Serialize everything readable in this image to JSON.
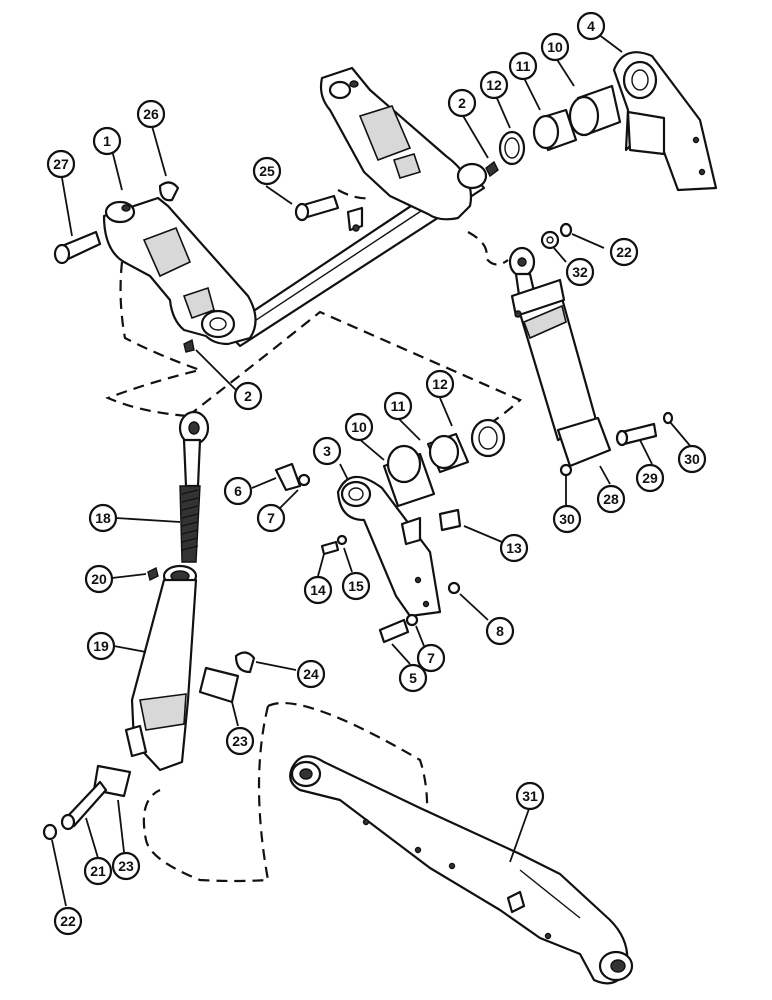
{
  "figure": {
    "callouts": [
      {
        "id": "c1",
        "label": "1"
      },
      {
        "id": "c2a",
        "label": "2"
      },
      {
        "id": "c2b",
        "label": "2"
      },
      {
        "id": "c3",
        "label": "3"
      },
      {
        "id": "c4",
        "label": "4"
      },
      {
        "id": "c5",
        "label": "5"
      },
      {
        "id": "c6",
        "label": "6"
      },
      {
        "id": "c7a",
        "label": "7"
      },
      {
        "id": "c7b",
        "label": "7"
      },
      {
        "id": "c8",
        "label": "8"
      },
      {
        "id": "c10a",
        "label": "10"
      },
      {
        "id": "c10b",
        "label": "10"
      },
      {
        "id": "c11a",
        "label": "11"
      },
      {
        "id": "c11b",
        "label": "11"
      },
      {
        "id": "c12a",
        "label": "12"
      },
      {
        "id": "c12b",
        "label": "12"
      },
      {
        "id": "c13",
        "label": "13"
      },
      {
        "id": "c14",
        "label": "14"
      },
      {
        "id": "c15",
        "label": "15"
      },
      {
        "id": "c18",
        "label": "18"
      },
      {
        "id": "c19",
        "label": "19"
      },
      {
        "id": "c20",
        "label": "20"
      },
      {
        "id": "c21",
        "label": "21"
      },
      {
        "id": "c22a",
        "label": "22"
      },
      {
        "id": "c22b",
        "label": "22"
      },
      {
        "id": "c23a",
        "label": "23"
      },
      {
        "id": "c23b",
        "label": "23"
      },
      {
        "id": "c24",
        "label": "24"
      },
      {
        "id": "c25",
        "label": "25"
      },
      {
        "id": "c26",
        "label": "26"
      },
      {
        "id": "c27",
        "label": "27"
      },
      {
        "id": "c28",
        "label": "28"
      },
      {
        "id": "c29",
        "label": "29"
      },
      {
        "id": "c30a",
        "label": "30"
      },
      {
        "id": "c30b",
        "label": "30"
      },
      {
        "id": "c31",
        "label": "31"
      },
      {
        "id": "c32",
        "label": "32"
      }
    ]
  }
}
